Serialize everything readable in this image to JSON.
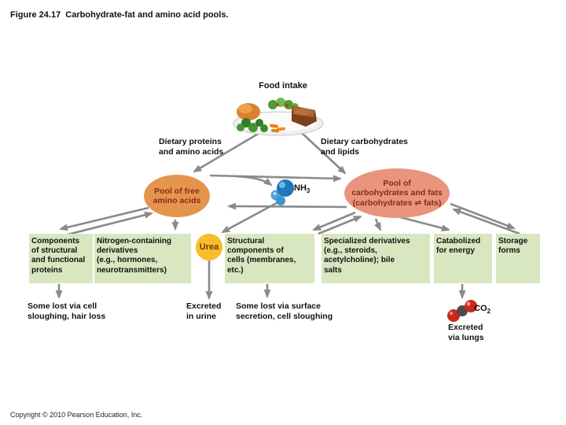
{
  "title": "Figure 24.17  Carbohydrate-fat and amino acid pools.",
  "copyright": "Copyright © 2010 Pearson Education, Inc.",
  "food": {
    "label": "Food intake"
  },
  "dietary": {
    "proteins": "Dietary proteins\nand amino acids",
    "carbohydrates": "Dietary carbohydrates\nand lipids"
  },
  "pools": {
    "amino": {
      "label": "Pool of free\namino acids"
    },
    "carb": {
      "label": "Pool of\ncarbohydrates and fats\n(carbohydrates ⇌ fats)"
    }
  },
  "molecules": {
    "nh3": {
      "base": "NH",
      "sub": "3"
    },
    "co2": {
      "base": "CO",
      "sub": "2"
    }
  },
  "urea": {
    "label": "Urea"
  },
  "fates": [
    {
      "label": "Components\nof structural\nand functional\nproteins"
    },
    {
      "label": "Nitrogen-containing\nderivatives\n(e.g., hormones,\nneurotransmitters)"
    },
    {
      "label": "Structural\ncomponents of\ncells (membranes,\netc.)"
    },
    {
      "label": "Specialized derivatives\n(e.g., steroids,\nacetylcholine); bile\nsalts"
    },
    {
      "label": "Catabolized\nfor energy"
    },
    {
      "label": "Storage\nforms"
    }
  ],
  "losses": {
    "cell_sloughing": "Some lost via cell\nsloughing, hair loss",
    "urine": "Excreted\nin urine",
    "surface_secretion": "Some lost via surface\nsecretion, cell sloughing",
    "lungs": "Excreted\nvia lungs"
  },
  "colors": {
    "amino_pool_fill": "#E5944E",
    "carb_pool_fill": "#E9947C",
    "pool_text": "#8A2A12",
    "fate_box_fill": "#D9E7C1",
    "urea_fill": "#F5BE2A",
    "urea_text": "#7A3305",
    "arrow": "#8A8A8A",
    "nh3_blue": "#2176B9",
    "nh3_light_blue": "#4FA3DC",
    "co2_red": "#C9291B",
    "co2_gray": "#4B4B4B"
  }
}
